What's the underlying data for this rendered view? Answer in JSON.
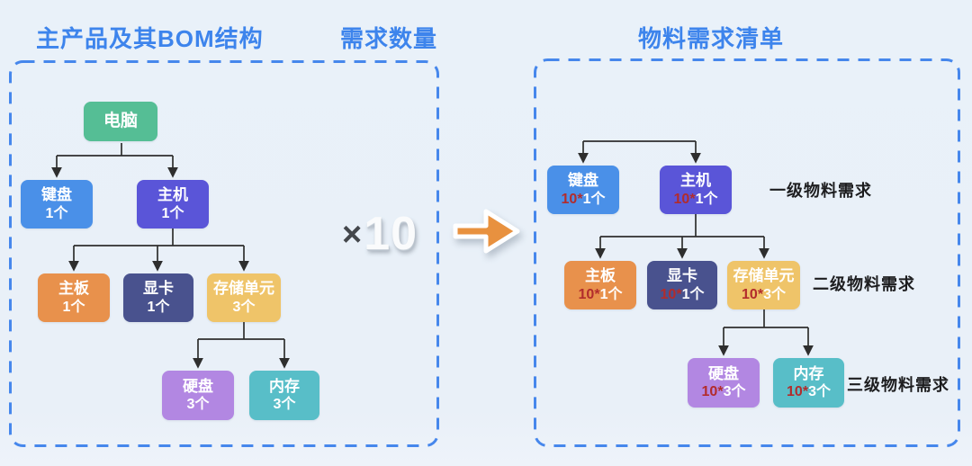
{
  "titles": {
    "left": "主产品及其BOM结构",
    "middle": "需求数量",
    "right": "物料需求清单"
  },
  "demand_multiplier": {
    "symbol": "×",
    "value": "10"
  },
  "palette": {
    "background": "#E9F0F8",
    "title_blue": "#3D84EC",
    "panel_border": "#4687EC",
    "connector": "#2E2E2E",
    "computer": "#55BE95",
    "keyboard": "#4A90E8",
    "host": "#5A55D8",
    "motherboard": "#E8914C",
    "gpu": "#49528E",
    "storage": "#EFC469",
    "hdd": "#B287E2",
    "ram": "#58BEC8",
    "multiplier_red": "#B22C2C",
    "arrow_orange": "#E8913F",
    "level_label": "#1D1D1F"
  },
  "left_panel": {
    "root": {
      "name": "电脑"
    },
    "nodes": [
      {
        "name": "键盘",
        "qty": "1个"
      },
      {
        "name": "主机",
        "qty": "1个"
      },
      {
        "name": "主板",
        "qty": "1个"
      },
      {
        "name": "显卡",
        "qty": "1个"
      },
      {
        "name": "存储单元",
        "qty": "3个"
      },
      {
        "name": "硬盘",
        "qty": "3个"
      },
      {
        "name": "内存",
        "qty": "3个"
      }
    ]
  },
  "right_panel": {
    "nodes": [
      {
        "name": "键盘",
        "mult": "10*",
        "qty": "1个"
      },
      {
        "name": "主机",
        "mult": "10*",
        "qty": "1个"
      },
      {
        "name": "主板",
        "mult": "10*",
        "qty": "1个"
      },
      {
        "name": "显卡",
        "mult": "10*",
        "qty": "1个"
      },
      {
        "name": "存储单元",
        "mult": "10*",
        "qty": "3个"
      },
      {
        "name": "硬盘",
        "mult": "10*",
        "qty": "3个"
      },
      {
        "name": "内存",
        "mult": "10*",
        "qty": "3个"
      }
    ],
    "level_labels": [
      {
        "text": "一级物料需求"
      },
      {
        "text": "二级物料需求"
      },
      {
        "text": "三级物料需求"
      }
    ]
  }
}
